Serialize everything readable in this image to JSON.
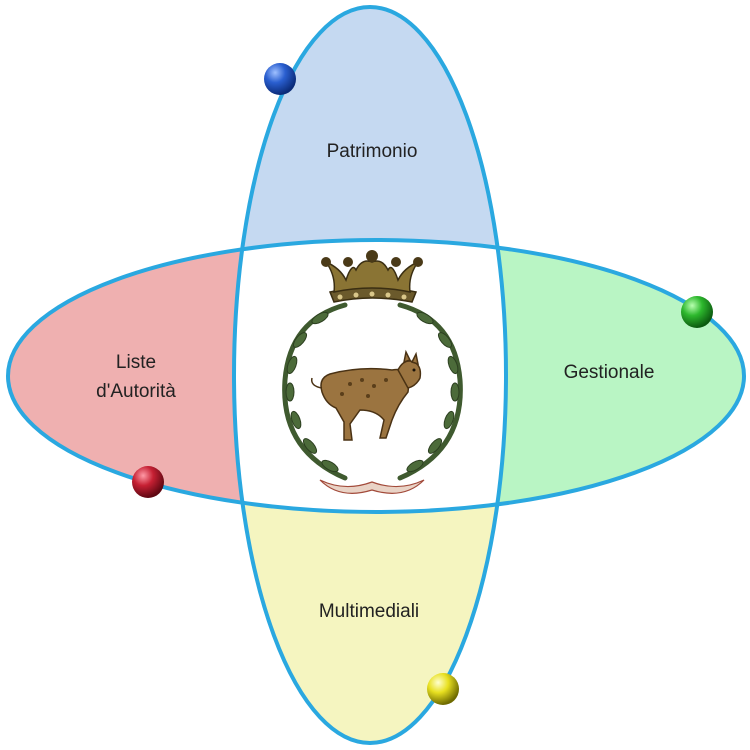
{
  "diagram": {
    "regions": {
      "top": {
        "label": "Patrimonio",
        "color": "#c5d9f1"
      },
      "right": {
        "label": "Gestionale",
        "color": "#b9f5c4"
      },
      "bottom": {
        "label": "Multimediali",
        "color": "#f5f5c0"
      },
      "left": {
        "label_line1": "Liste",
        "label_line2": "d'Autorità",
        "color": "#efb0b0"
      }
    },
    "outline_color": "#2aa8e0",
    "spheres": [
      {
        "name": "blue",
        "color": "#2a5fd0"
      },
      {
        "name": "green",
        "color": "#2db82d"
      },
      {
        "name": "red",
        "color": "#c62033"
      },
      {
        "name": "yellow",
        "color": "#e8e020"
      }
    ],
    "emblem": {
      "description_icon": "crest-lynx-icon"
    }
  }
}
